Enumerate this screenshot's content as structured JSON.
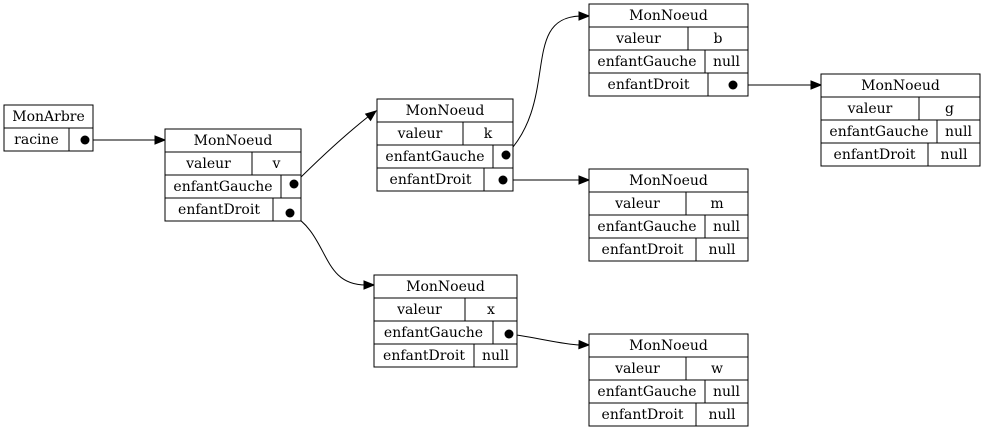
{
  "tree": {
    "title": "MonArbre",
    "field": "racine"
  },
  "nodes": [
    {
      "id": "v",
      "title": "MonNoeud",
      "fields": [
        {
          "label": "valeur",
          "value": "v"
        },
        {
          "label": "enfantGauche",
          "value": ""
        },
        {
          "label": "enfantDroit",
          "value": ""
        }
      ]
    },
    {
      "id": "k",
      "title": "MonNoeud",
      "fields": [
        {
          "label": "valeur",
          "value": "k"
        },
        {
          "label": "enfantGauche",
          "value": ""
        },
        {
          "label": "enfantDroit",
          "value": ""
        }
      ]
    },
    {
      "id": "x",
      "title": "MonNoeud",
      "fields": [
        {
          "label": "valeur",
          "value": "x"
        },
        {
          "label": "enfantGauche",
          "value": ""
        },
        {
          "label": "enfantDroit",
          "value": "null"
        }
      ]
    },
    {
      "id": "b",
      "title": "MonNoeud",
      "fields": [
        {
          "label": "valeur",
          "value": "b"
        },
        {
          "label": "enfantGauche",
          "value": "null"
        },
        {
          "label": "enfantDroit",
          "value": ""
        }
      ]
    },
    {
      "id": "m",
      "title": "MonNoeud",
      "fields": [
        {
          "label": "valeur",
          "value": "m"
        },
        {
          "label": "enfantGauche",
          "value": "null"
        },
        {
          "label": "enfantDroit",
          "value": "null"
        }
      ]
    },
    {
      "id": "w",
      "title": "MonNoeud",
      "fields": [
        {
          "label": "valeur",
          "value": "w"
        },
        {
          "label": "enfantGauche",
          "value": "null"
        },
        {
          "label": "enfantDroit",
          "value": "null"
        }
      ]
    },
    {
      "id": "g",
      "title": "MonNoeud",
      "fields": [
        {
          "label": "valeur",
          "value": "g"
        },
        {
          "label": "enfantGauche",
          "value": "null"
        },
        {
          "label": "enfantDroit",
          "value": "null"
        }
      ]
    }
  ],
  "edges": [
    {
      "from": "tree.racine",
      "to": "v"
    },
    {
      "from": "v.enfantGauche",
      "to": "k"
    },
    {
      "from": "v.enfantDroit",
      "to": "x"
    },
    {
      "from": "k.enfantGauche",
      "to": "b"
    },
    {
      "from": "k.enfantDroit",
      "to": "m"
    },
    {
      "from": "x.enfantGauche",
      "to": "w"
    },
    {
      "from": "b.enfantDroit",
      "to": "g"
    }
  ]
}
